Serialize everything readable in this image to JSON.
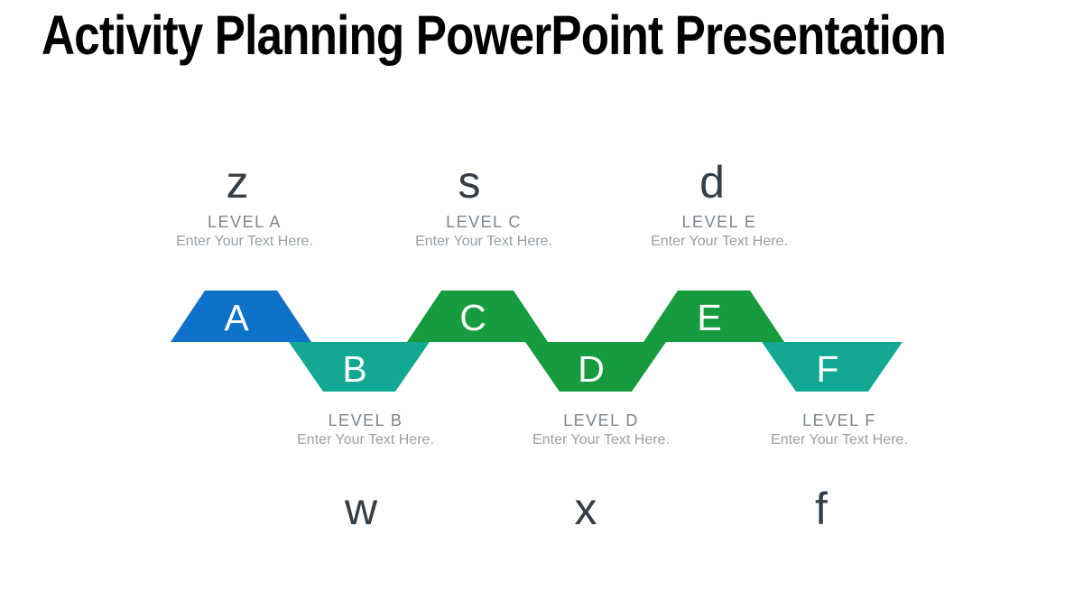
{
  "slide": {
    "title": "Activity Planning PowerPoint Presentation"
  },
  "colors": {
    "blue": "#0D72C8",
    "teal": "#12A893",
    "green": "#169C3E",
    "letter_dark": "#333E48",
    "level_gray": "#7D868D",
    "placeholder_gray": "#98A0A6",
    "shape_letter": "#FFFFFF"
  },
  "ribbon": {
    "segments": [
      {
        "letter": "A",
        "color": "blue",
        "orientation": "up"
      },
      {
        "letter": "B",
        "color": "teal",
        "orientation": "down"
      },
      {
        "letter": "C",
        "color": "green",
        "orientation": "up"
      },
      {
        "letter": "D",
        "color": "green",
        "orientation": "down"
      },
      {
        "letter": "E",
        "color": "green",
        "orientation": "up"
      },
      {
        "letter": "F",
        "color": "teal",
        "orientation": "down"
      }
    ]
  },
  "callouts_top": [
    {
      "letter": "z",
      "level": "LEVEL A",
      "text": "Enter Your Text Here."
    },
    {
      "letter": "s",
      "level": "LEVEL C",
      "text": "Enter Your Text Here."
    },
    {
      "letter": "d",
      "level": "LEVEL E",
      "text": "Enter Your Text Here."
    }
  ],
  "callouts_bottom": [
    {
      "letter": "w",
      "level": "LEVEL B",
      "text": "Enter Your Text Here."
    },
    {
      "letter": "x",
      "level": "LEVEL D",
      "text": "Enter Your Text Here."
    },
    {
      "letter": "f",
      "level": "LEVEL F",
      "text": "Enter Your Text Here."
    }
  ]
}
